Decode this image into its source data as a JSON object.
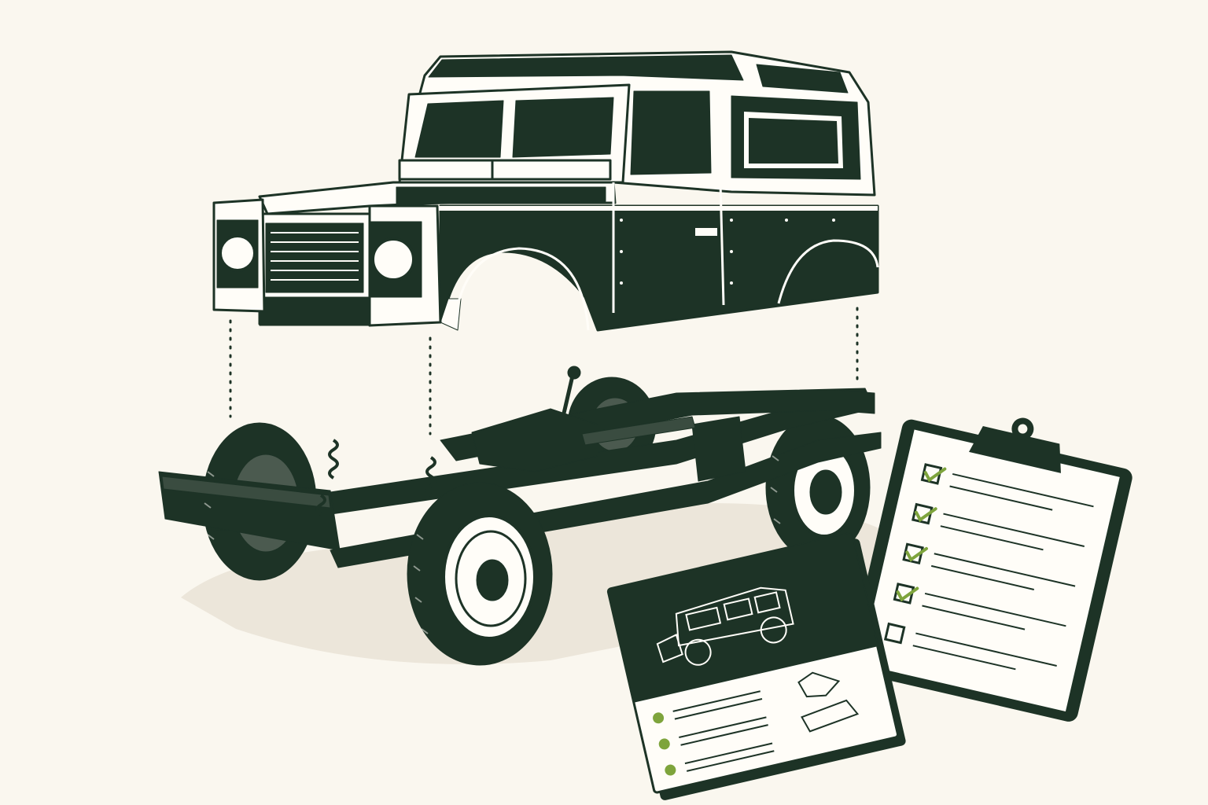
{
  "colors": {
    "background": "#faf7ef",
    "ink": "#1d3326",
    "paper": "#fffdf8",
    "accent_green": "#7ea43c",
    "shadow": "#ece6da"
  },
  "illustration": {
    "body_shell": "vehicle-body-shell",
    "chassis": "ladder-frame-chassis",
    "manual": "restoration-manual",
    "clipboard": "inspection-checklist-clipboard"
  },
  "checklist": {
    "items": [
      {
        "checked": true
      },
      {
        "checked": true
      },
      {
        "checked": true
      },
      {
        "checked": true
      },
      {
        "checked": false
      }
    ]
  },
  "manual_bullets": 3
}
